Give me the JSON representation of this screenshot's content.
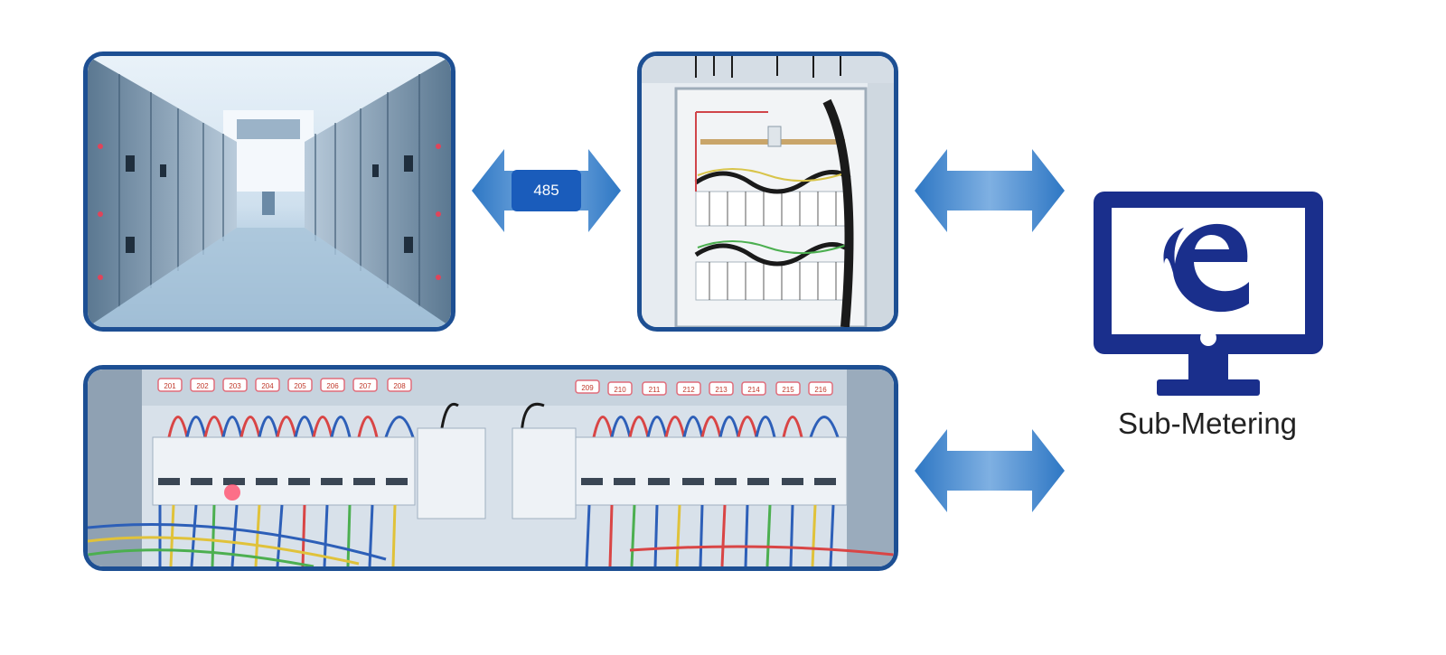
{
  "diagram": {
    "link_label": "485",
    "system_label": "Sub-Metering",
    "images": [
      {
        "name": "switchgear-room-photo"
      },
      {
        "name": "meter-cabinet-photo"
      },
      {
        "name": "meter-panel-photo"
      }
    ],
    "panel_tags_left": [
      "201",
      "202",
      "203",
      "204",
      "205",
      "206",
      "207",
      "208"
    ],
    "panel_tags_right": [
      "209",
      "210",
      "211",
      "212",
      "213",
      "214",
      "215",
      "216"
    ],
    "colors": {
      "frame": "#1d4f93",
      "arrow": "#3d86cf",
      "badge": "#1a5cbb",
      "monitor": "#1a2f8c"
    },
    "icon": "edge-browser-icon"
  }
}
